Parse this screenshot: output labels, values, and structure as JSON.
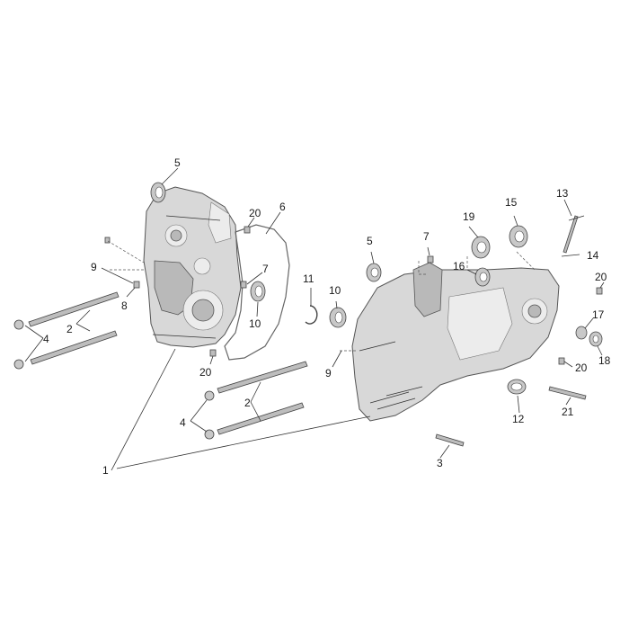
{
  "labels": [
    {
      "id": "l5a",
      "text": "5"
    },
    {
      "id": "l20a",
      "text": "20"
    },
    {
      "id": "l6",
      "text": "6"
    },
    {
      "id": "l9a",
      "text": "9"
    },
    {
      "id": "l7a",
      "text": "7"
    },
    {
      "id": "l8",
      "text": "8"
    },
    {
      "id": "l10a",
      "text": "10"
    },
    {
      "id": "l2a",
      "text": "2"
    },
    {
      "id": "l4a",
      "text": "4"
    },
    {
      "id": "l20b",
      "text": "20"
    },
    {
      "id": "l2b",
      "text": "2"
    },
    {
      "id": "l4b",
      "text": "4"
    },
    {
      "id": "l1",
      "text": "1"
    },
    {
      "id": "l5b",
      "text": "5"
    },
    {
      "id": "l7b",
      "text": "7"
    },
    {
      "id": "l11",
      "text": "11"
    },
    {
      "id": "l10b",
      "text": "10"
    },
    {
      "id": "l9b",
      "text": "9"
    },
    {
      "id": "l19",
      "text": "19"
    },
    {
      "id": "l15",
      "text": "15"
    },
    {
      "id": "l16",
      "text": "16"
    },
    {
      "id": "l13",
      "text": "13"
    },
    {
      "id": "l14",
      "text": "14"
    },
    {
      "id": "l20c",
      "text": "20"
    },
    {
      "id": "l17",
      "text": "17"
    },
    {
      "id": "l18",
      "text": "18"
    },
    {
      "id": "l20d",
      "text": "20"
    },
    {
      "id": "l12",
      "text": "12"
    },
    {
      "id": "l21",
      "text": "21"
    },
    {
      "id": "l3",
      "text": "3"
    }
  ]
}
